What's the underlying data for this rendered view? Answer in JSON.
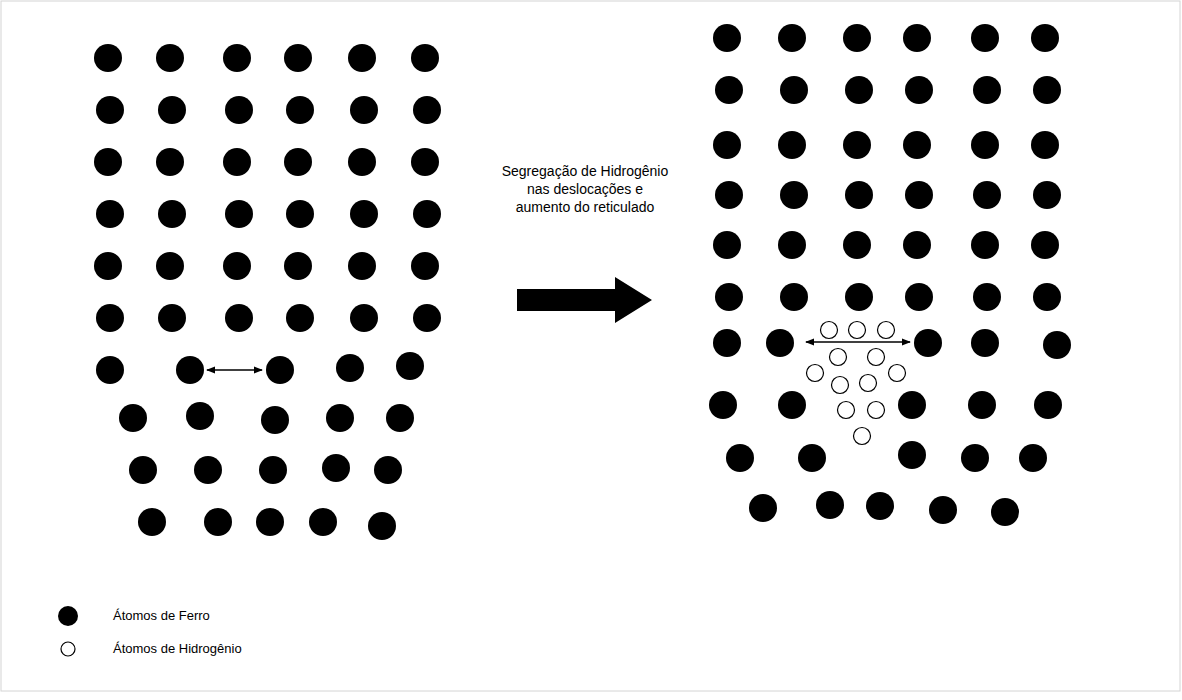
{
  "diagram": {
    "labels": [
      "Segregação de Hidrogênio nas deslocações e aumento do reticulado"
    ],
    "legend": [
      {
        "text": "Átomos de Ferro"
      },
      {
        "text": "Átomos de Hidrogênio"
      }
    ]
  }
}
